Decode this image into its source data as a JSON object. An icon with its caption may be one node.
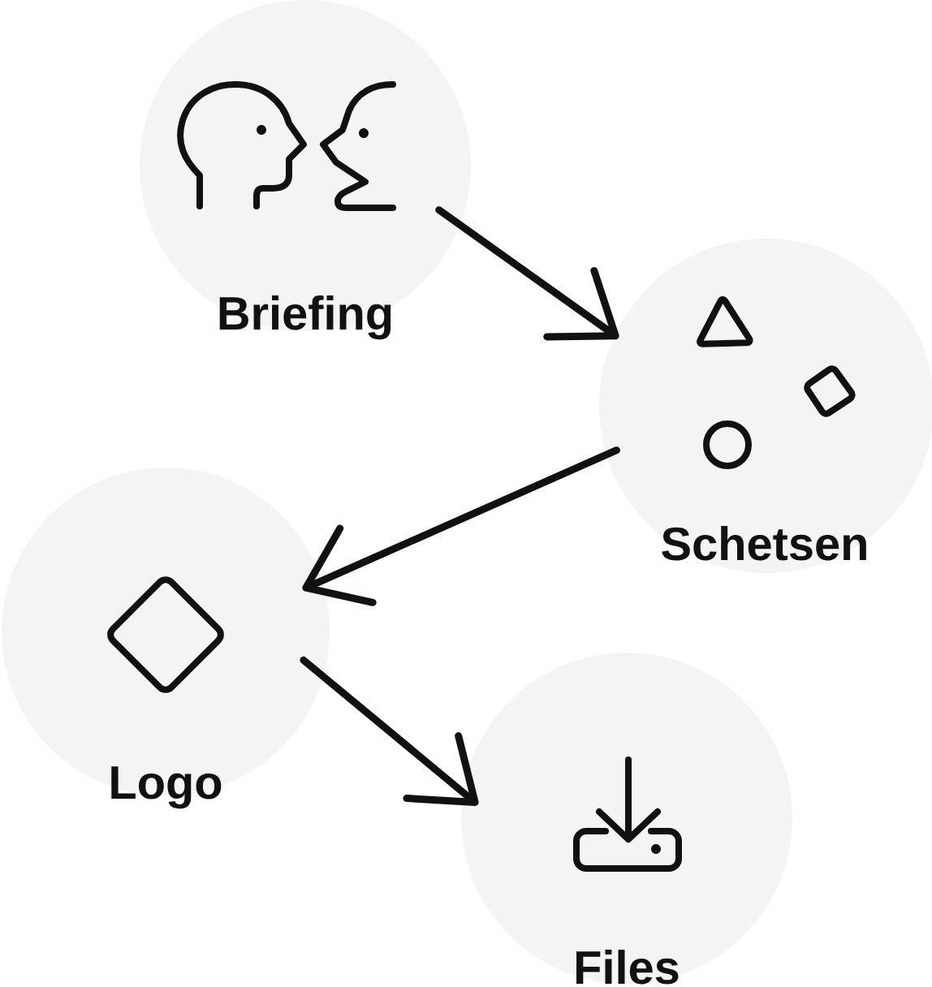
{
  "diagram": {
    "nodes": [
      {
        "text": [
          "Briefing"
        ]
      },
      {
        "text": [
          "Schetsen"
        ]
      },
      {
        "text": [
          "Logo"
        ]
      },
      {
        "text": [
          "Files"
        ]
      }
    ],
    "edges": [
      {
        "from": 0,
        "to": 1,
        "arrow": "to"
      },
      {
        "from": 1,
        "to": 2,
        "arrow": "to"
      },
      {
        "from": 2,
        "to": 3,
        "arrow": "to"
      }
    ]
  }
}
